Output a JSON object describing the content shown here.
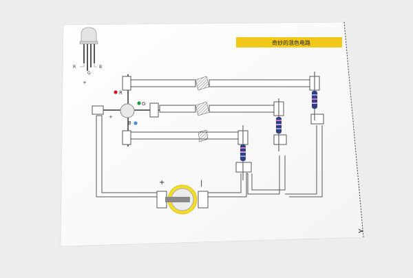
{
  "title": "奇妙的混色电路",
  "led_legend": {
    "r": "R",
    "g": "G",
    "b": "B",
    "plus": "+"
  },
  "led_pins": {
    "r": "R",
    "g": "G",
    "b": "B",
    "plus": "+"
  },
  "battery": {
    "plus": "+",
    "minus": "|"
  },
  "colors": {
    "banner": "#f2c81a",
    "battery_ring": "#f4dc2c",
    "red": "#d0141c",
    "green": "#1e9a3e",
    "blue": "#3c8ee0",
    "resistor_body": "#2e3f86"
  }
}
